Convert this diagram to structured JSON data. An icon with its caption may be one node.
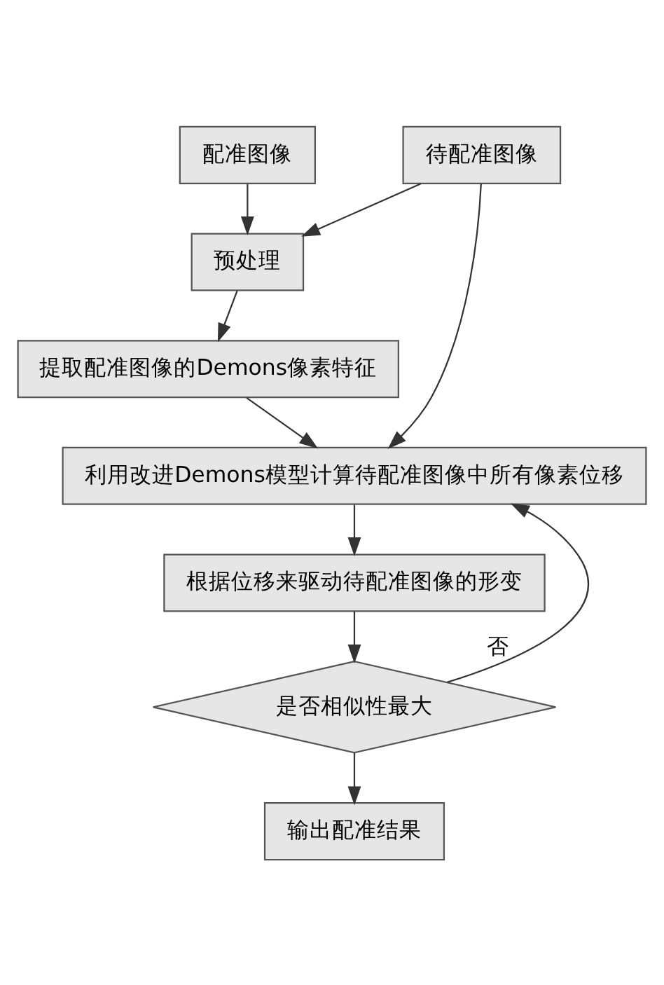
{
  "diagram": {
    "nodes": [
      {
        "text": [
          "待配准图像"
        ]
      },
      {
        "text": [
          "配准图像"
        ]
      },
      {
        "text": [
          "预处理"
        ]
      },
      {
        "text": [
          "提取配准图像的Demons像素特征"
        ]
      },
      {
        "text": [
          "利用改进Demons模型计算待配准图像中所有像素位移"
        ]
      },
      {
        "text": [
          "根据位移来驱动待配准图像的形变"
        ]
      },
      {
        "text": [
          "是否相似性最大"
        ]
      },
      {
        "text": [
          "输出配准结果"
        ]
      }
    ],
    "edges": [
      {
        "from": 0,
        "to": 2,
        "arrow": "to"
      },
      {
        "from": 1,
        "to": 2,
        "arrow": "to"
      },
      {
        "from": 2,
        "to": 3,
        "arrow": "to"
      },
      {
        "from": 3,
        "to": 4,
        "arrow": "to"
      },
      {
        "from": 0,
        "to": 4,
        "arrow": "to"
      },
      {
        "from": 4,
        "to": 5,
        "arrow": "to"
      },
      {
        "from": 5,
        "to": 6,
        "arrow": "to"
      },
      {
        "from": 6,
        "to": 4,
        "arrow": "to",
        "label": "否"
      },
      {
        "from": 6,
        "to": 7,
        "arrow": "to"
      }
    ]
  }
}
